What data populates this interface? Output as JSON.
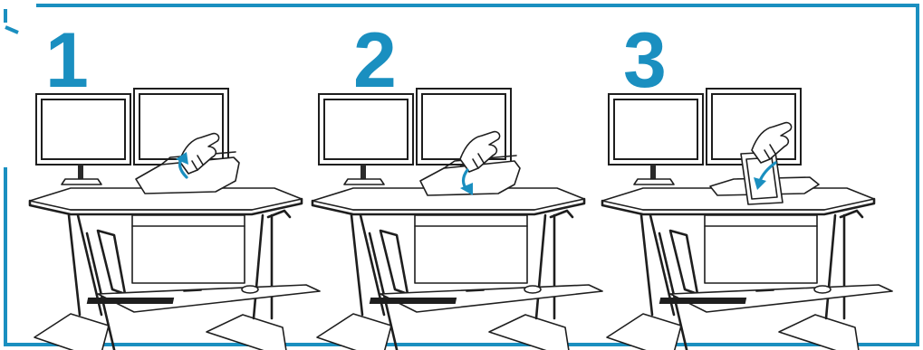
{
  "steps": [
    {
      "number": "1",
      "action": "lift-panel"
    },
    {
      "number": "2",
      "action": "lower-panel"
    },
    {
      "number": "3",
      "action": "raise-tablet-stand"
    }
  ],
  "colors": {
    "accent": "#1a8fc0",
    "line": "#1e1e1e",
    "background": "#ffffff"
  }
}
